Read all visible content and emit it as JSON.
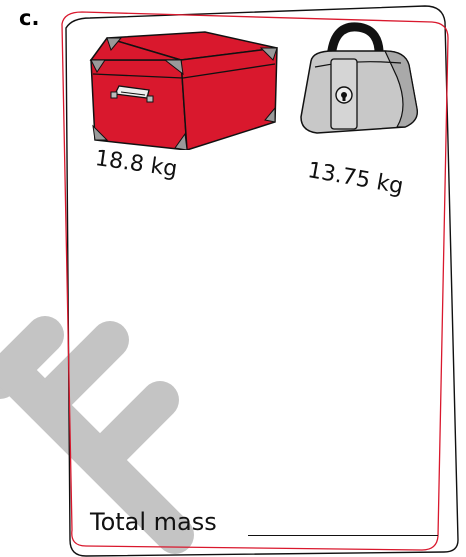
{
  "part": "c.",
  "items": [
    {
      "name": "suitcase",
      "mass": "18.8 kg",
      "color": "#d9182d"
    },
    {
      "name": "handbag",
      "mass": "13.75 kg",
      "color": "#c8c8c8"
    }
  ],
  "total_label": "Total mass",
  "frame_colors": {
    "black": "#111111",
    "red": "#d9182d"
  },
  "watermark_color": "#c4c4c4"
}
